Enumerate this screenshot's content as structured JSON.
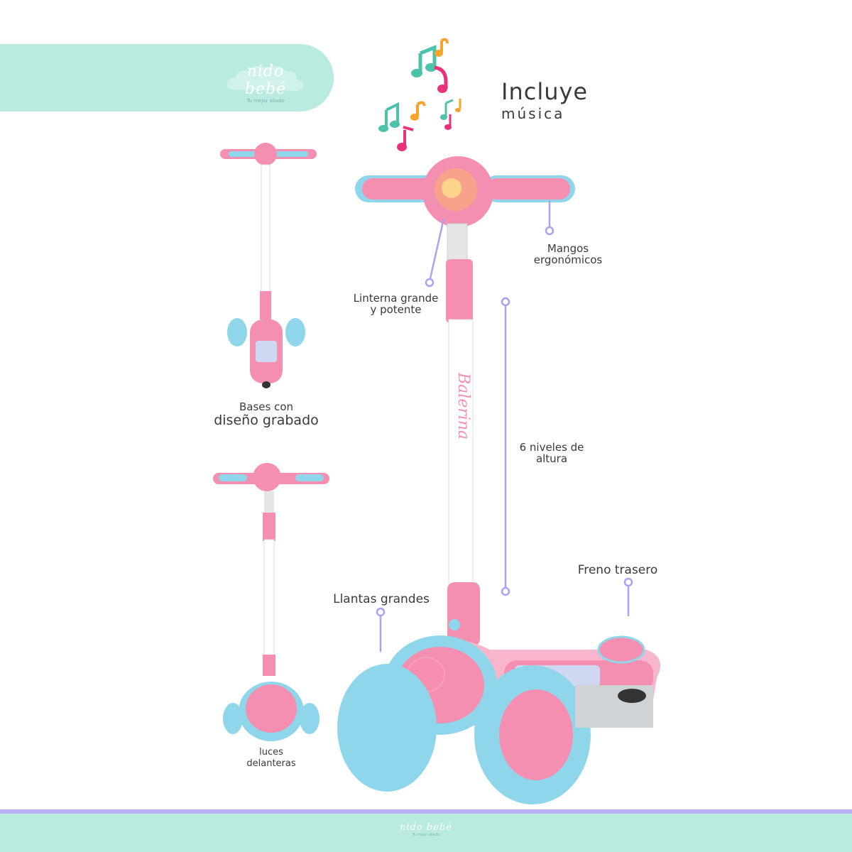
{
  "brand": {
    "logo_text": "nido bebé",
    "logo_tagline": "Tu mejor aliado"
  },
  "headline": {
    "line1": "Incluye",
    "line2": "música"
  },
  "callouts": {
    "mangos": [
      "Mangos",
      "ergonómicos"
    ],
    "linterna": [
      "Linterna grande",
      "y potente"
    ],
    "niveles": [
      "6 niveles de",
      "altura"
    ],
    "freno": "Freno trasero",
    "llantas": "Llantas grandes",
    "bases": [
      "Bases con",
      "diseño grabado"
    ],
    "luces": [
      "luces",
      "delanteras"
    ]
  },
  "colors": {
    "mint": "#b9ebe0",
    "pink": "#f58fb1",
    "light_pink": "#f7b6cd",
    "blue": "#8fd6ea",
    "lavender_line": "#a9a3f0",
    "note_teal": "#4cc3a8",
    "note_pink": "#e8337a",
    "note_orange": "#f7a32c"
  }
}
